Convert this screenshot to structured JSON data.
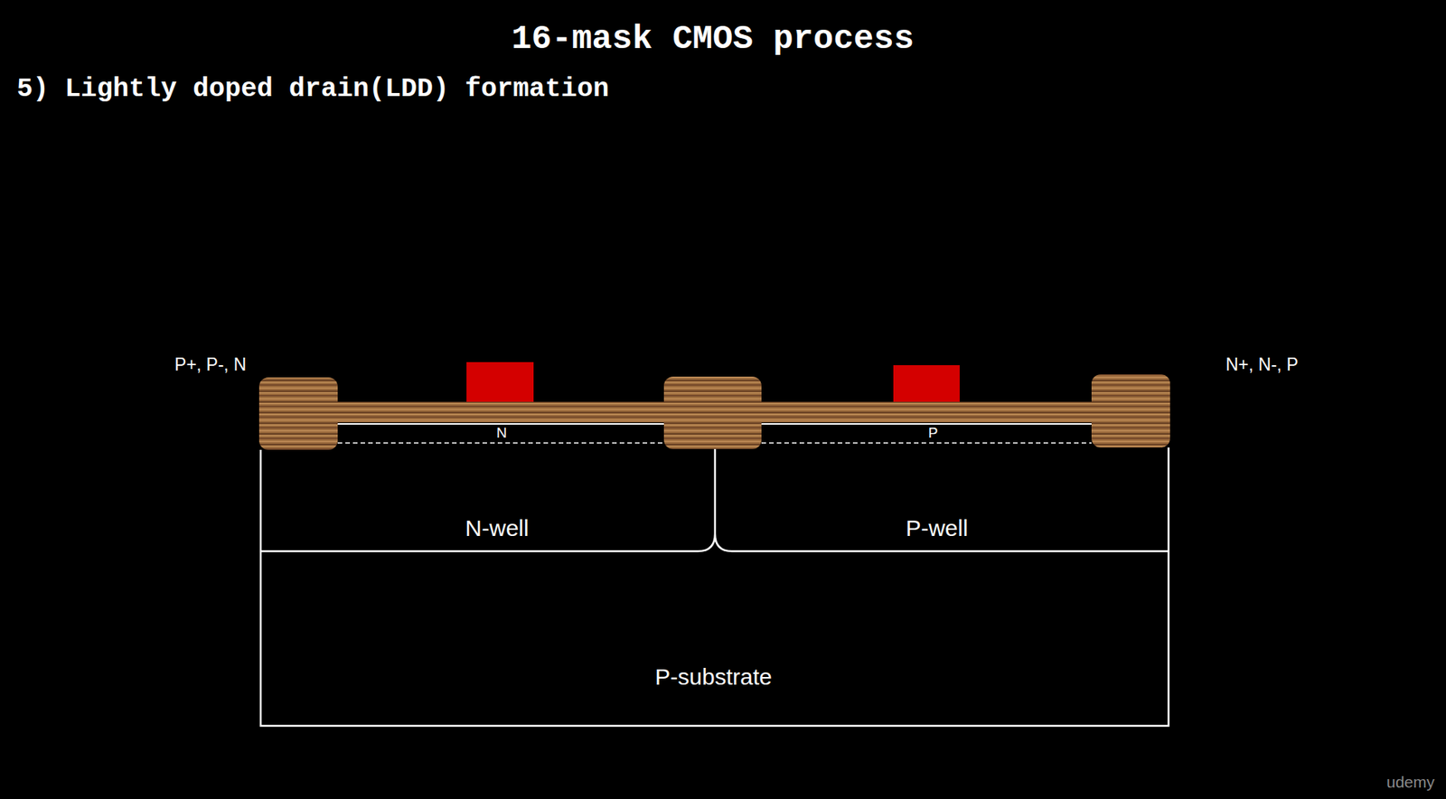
{
  "diagram": {
    "title": "16-mask CMOS process",
    "nodes": [
      {
        "text": [
          "P-substrate"
        ]
      },
      {
        "text": [
          "N-well"
        ],
        "in": 0
      },
      {
        "text": [
          "N"
        ],
        "in": 1
      },
      {
        "text": [
          "P-well"
        ],
        "in": 0
      },
      {
        "text": [
          "P"
        ],
        "in": 3
      }
    ],
    "labels": [
      "5) Lightly doped drain(LDD) formation",
      "P+, P-, N",
      "N+, N-, P",
      "udemy"
    ]
  }
}
